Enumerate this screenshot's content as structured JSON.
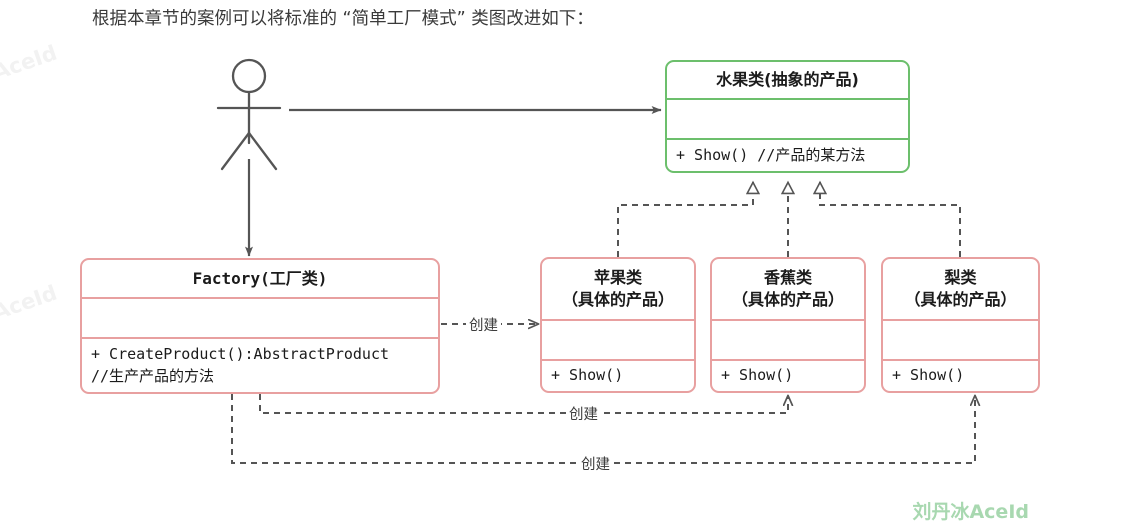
{
  "caption": "根据本章节的案例可以将标准的 “简单工厂模式” 类图改进如下：",
  "colors": {
    "abstract_border": "#6cbf6c",
    "concrete_border": "#e8a0a0",
    "connector": "#555555",
    "brand_watermark": "#a8d8b0",
    "faint_watermark": "#f2f2f2"
  },
  "actor": {
    "name": "actor-stick-figure"
  },
  "classes": {
    "abstract_product": {
      "title": "水果类(抽象的产品)",
      "attributes": [],
      "operations": [
        "+ Show()  //产品的某方法"
      ]
    },
    "factory": {
      "title": "Factory(工厂类)",
      "attributes": [],
      "operations": [
        "+ CreateProduct():AbstractProduct",
        "//生产产品的方法"
      ]
    },
    "concrete_products": [
      {
        "title_line1": "苹果类",
        "title_line2": "（具体的产品）",
        "attributes": [],
        "operations": [
          "+ Show()"
        ]
      },
      {
        "title_line1": "香蕉类",
        "title_line2": "（具体的产品）",
        "attributes": [],
        "operations": [
          "+ Show()"
        ]
      },
      {
        "title_line1": "梨类",
        "title_line2": "（具体的产品）",
        "attributes": [],
        "operations": [
          "+ Show()"
        ]
      }
    ]
  },
  "edges": {
    "create_labels": [
      "创建",
      "创建",
      "创建"
    ],
    "inheritance_count": 3,
    "actor_to_abstract": "solid-arrow"
  },
  "watermarks": {
    "brand": "刘丹冰AceId",
    "faint": [
      "AceId",
      "AceId"
    ]
  }
}
